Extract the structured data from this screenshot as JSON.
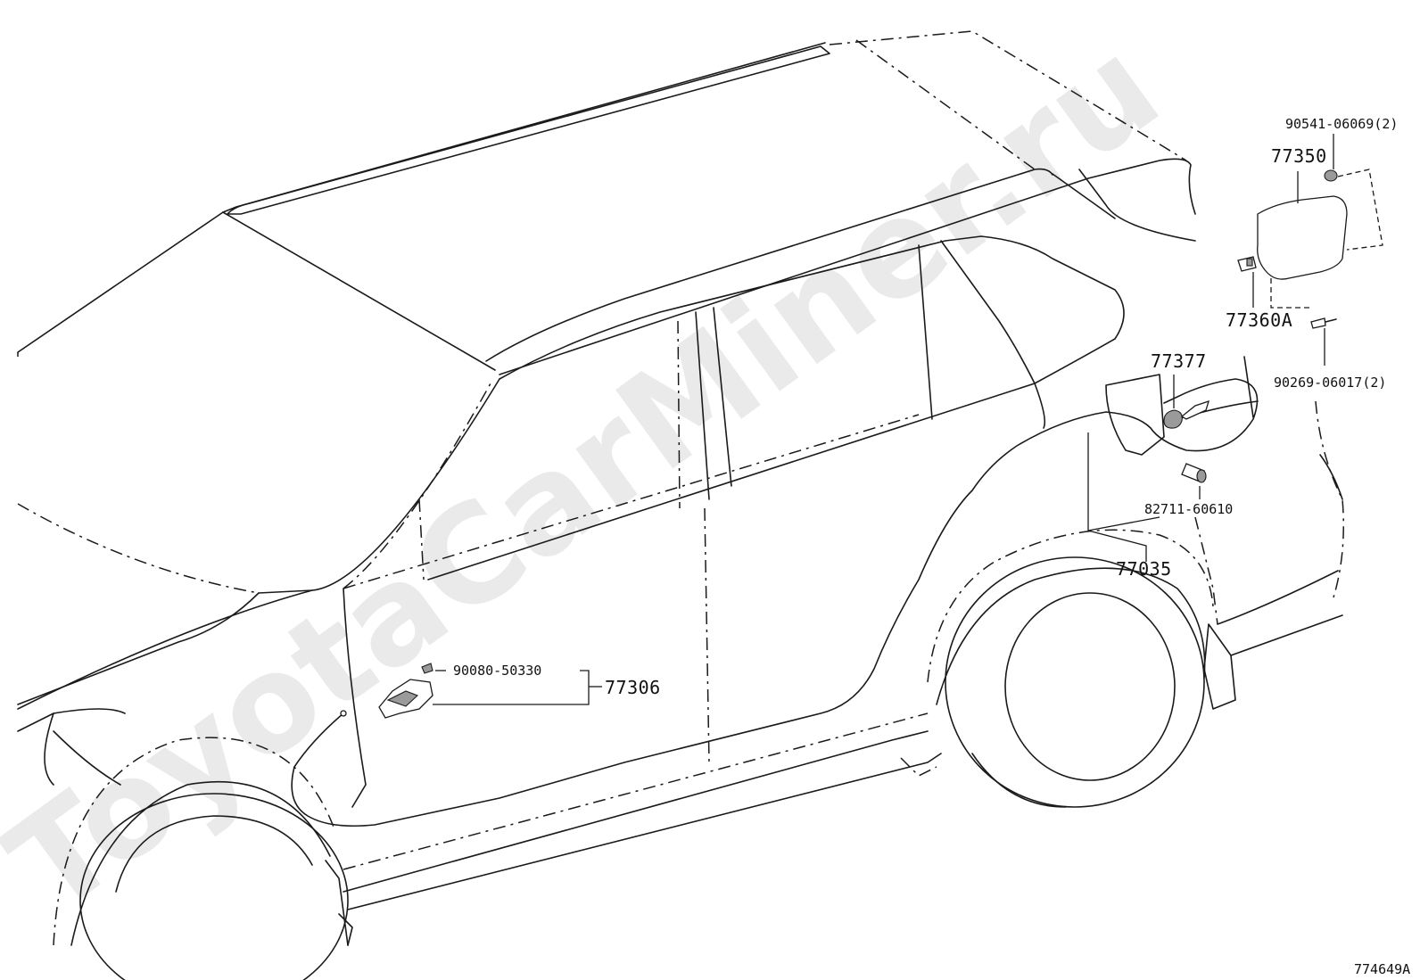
{
  "watermark": "ToyotaCarMiner.ru",
  "parts": {
    "p1": "90541-06069(2)",
    "p2": "77350",
    "p3": "77360A",
    "p4": "77377",
    "p5": "90269-06017(2)",
    "p6": "82711-60610",
    "p7": "77035",
    "p8": "90080-50330",
    "p9": "77306"
  },
  "illustration_code": "774649A"
}
